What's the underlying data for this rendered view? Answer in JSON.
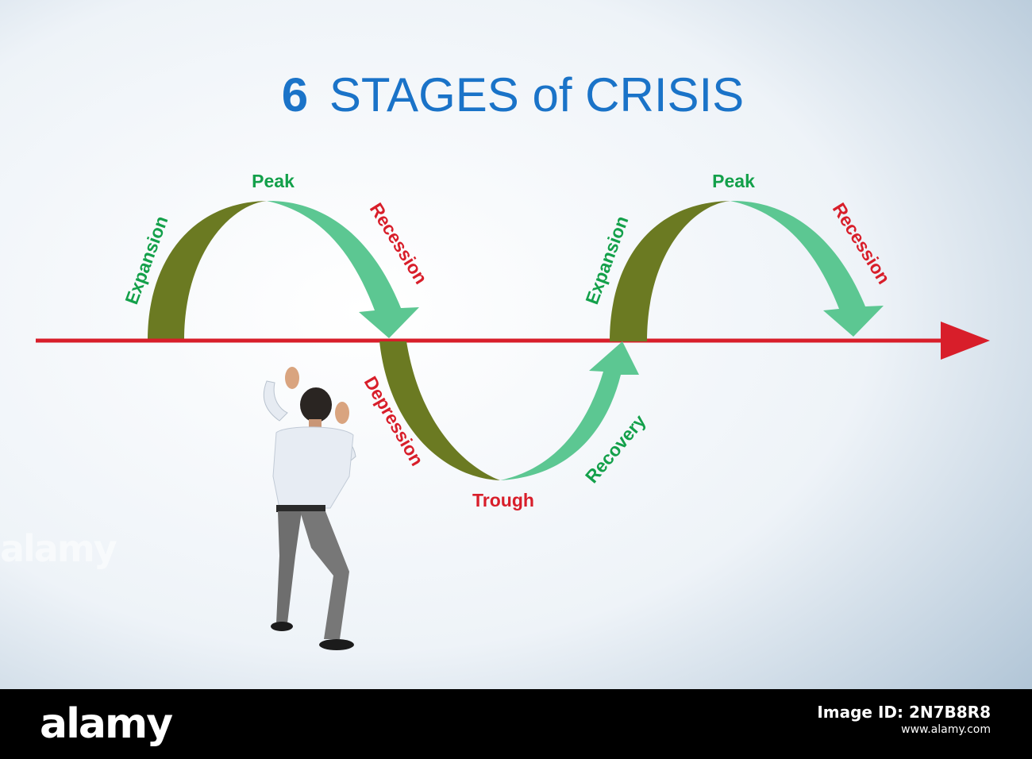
{
  "title": {
    "number": "6",
    "text": "STAGES of CRISIS"
  },
  "stages_first_cycle": {
    "expansion": "Expansion",
    "peak": "Peak",
    "recession": "Recession",
    "depression": "Depression",
    "trough": "Trough",
    "recovery": "Recovery"
  },
  "stages_second_cycle": {
    "expansion": "Expansion",
    "peak": "Peak",
    "recession": "Recession"
  },
  "footer": {
    "brand": "alamy",
    "image_id_label": "Image ID: 2N7B8R8",
    "image_id_url": "www.alamy.com"
  },
  "colors": {
    "title_blue": "#1a73c8",
    "label_green": "#13a04a",
    "label_red": "#d81e2a",
    "arrow_olive": "#6b7a22",
    "arrow_mint": "#5cc792",
    "axis_red": "#d81e2a"
  }
}
